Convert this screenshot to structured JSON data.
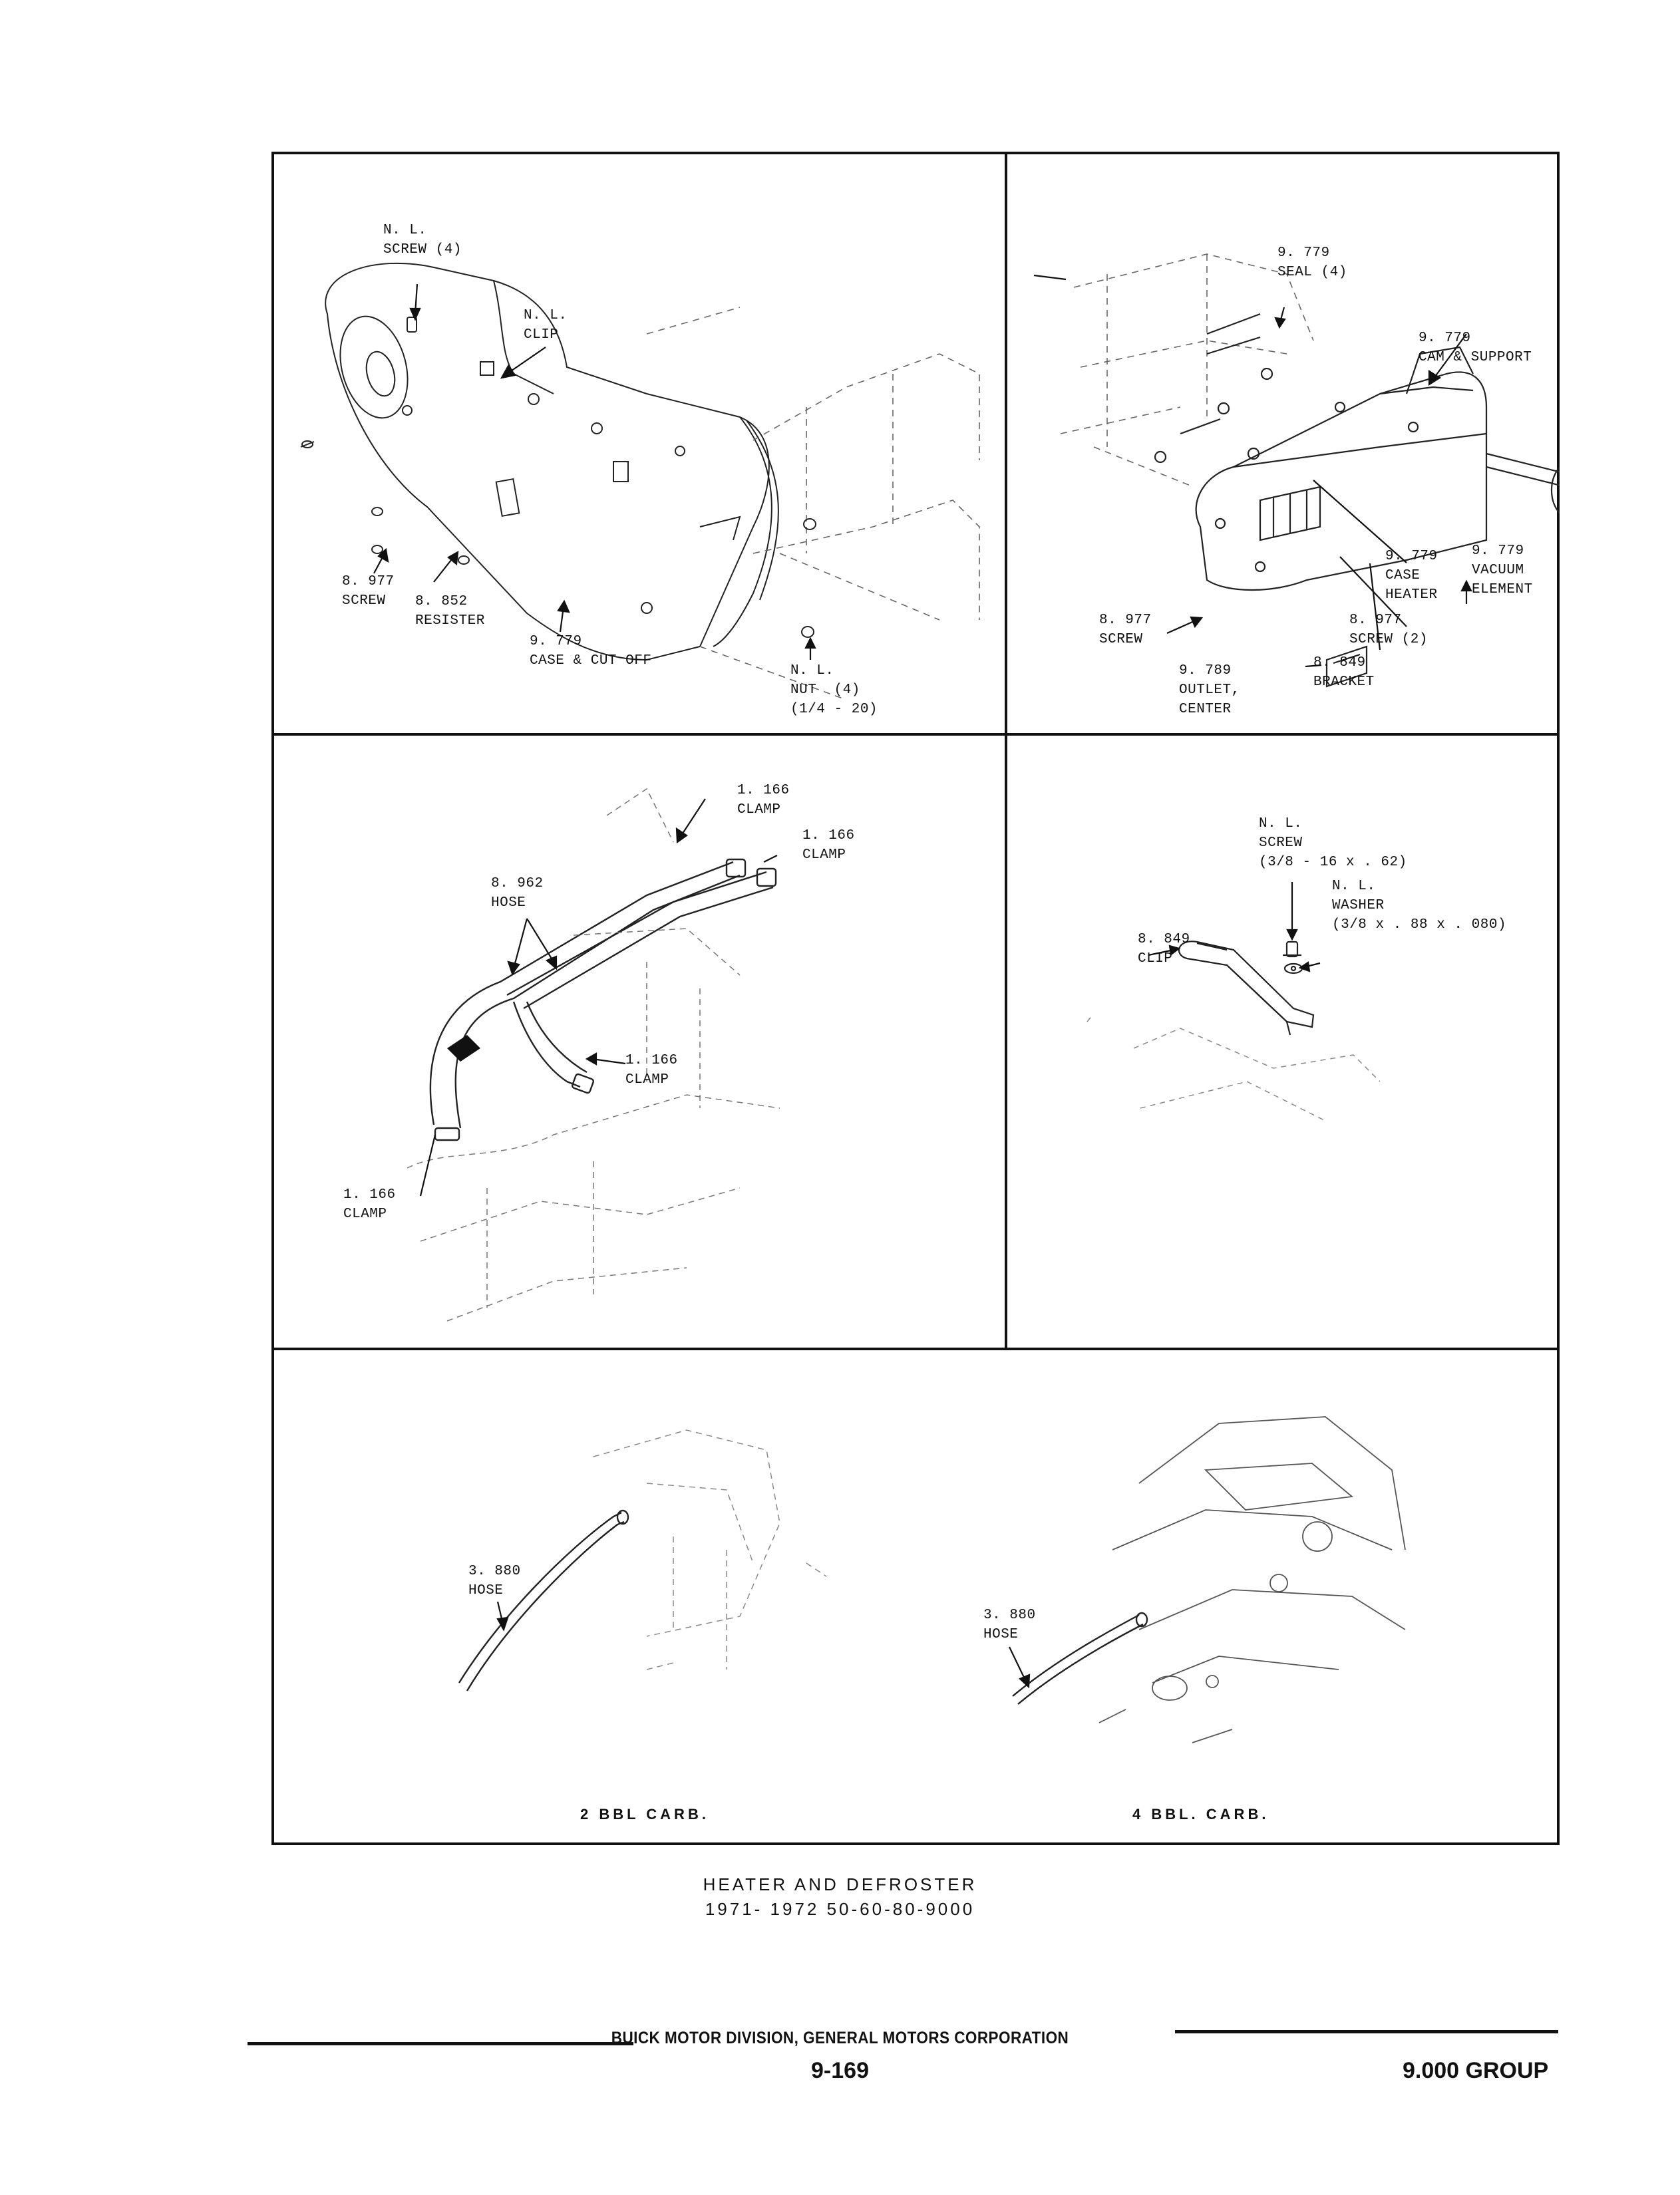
{
  "panels": {
    "p1": {
      "labels": {
        "nl_screw": "N. L.\nSCREW (4)",
        "nl_clip": "N. L.\nCLIP",
        "screw_8977": "8. 977\nSCREW",
        "resister_8852": "8. 852\nRESISTER",
        "case_cutoff": "9. 779\nCASE & CUT OFF",
        "nl_nut": "N. L.\nNUT  (4)\n(1/4 - 20)"
      }
    },
    "p2": {
      "labels": {
        "seal": "9. 779\nSEAL (4)",
        "cam_support": "9. 779\nCAM & SUPPORT",
        "vacuum": "9. 779\nVACUUM\nELEMENT",
        "case_heater": "9. 779\nCASE\nHEATER",
        "screw_left": "8. 977\nSCREW",
        "screw_2": "8. 977\nSCREW (2)",
        "bracket": "8. 849\nBRACKET",
        "outlet": "9. 789\nOUTLET,\nCENTER"
      }
    },
    "p3": {
      "labels": {
        "clamp_top": "1. 166\nCLAMP",
        "clamp_right": "1. 166\nCLAMP",
        "hose": "8. 962\nHOSE",
        "clamp_mid": "1. 166\nCLAMP",
        "clamp_left": "1. 166\nCLAMP"
      }
    },
    "p4": {
      "labels": {
        "screw": "N. L.\nSCREW\n(3/8 - 16 x . 62)",
        "washer": "N. L.\nWASHER\n(3/8 x . 88 x . 080)",
        "clip": "8. 849\nCLIP"
      }
    },
    "p5": {
      "labels": {
        "hose_left": "3. 880\nHOSE",
        "hose_right": "3. 880\nHOSE"
      },
      "caption_left": "2 BBL CARB.",
      "caption_right": "4 BBL. CARB."
    }
  },
  "title": {
    "line1": "HEATER AND DEFROSTER",
    "line2": "1971- 1972 50-60-80-9000"
  },
  "footer": {
    "division": "BUICK MOTOR DIVISION, GENERAL MOTORS CORPORATION",
    "page_number": "9-169",
    "group": "9.000 GROUP"
  }
}
